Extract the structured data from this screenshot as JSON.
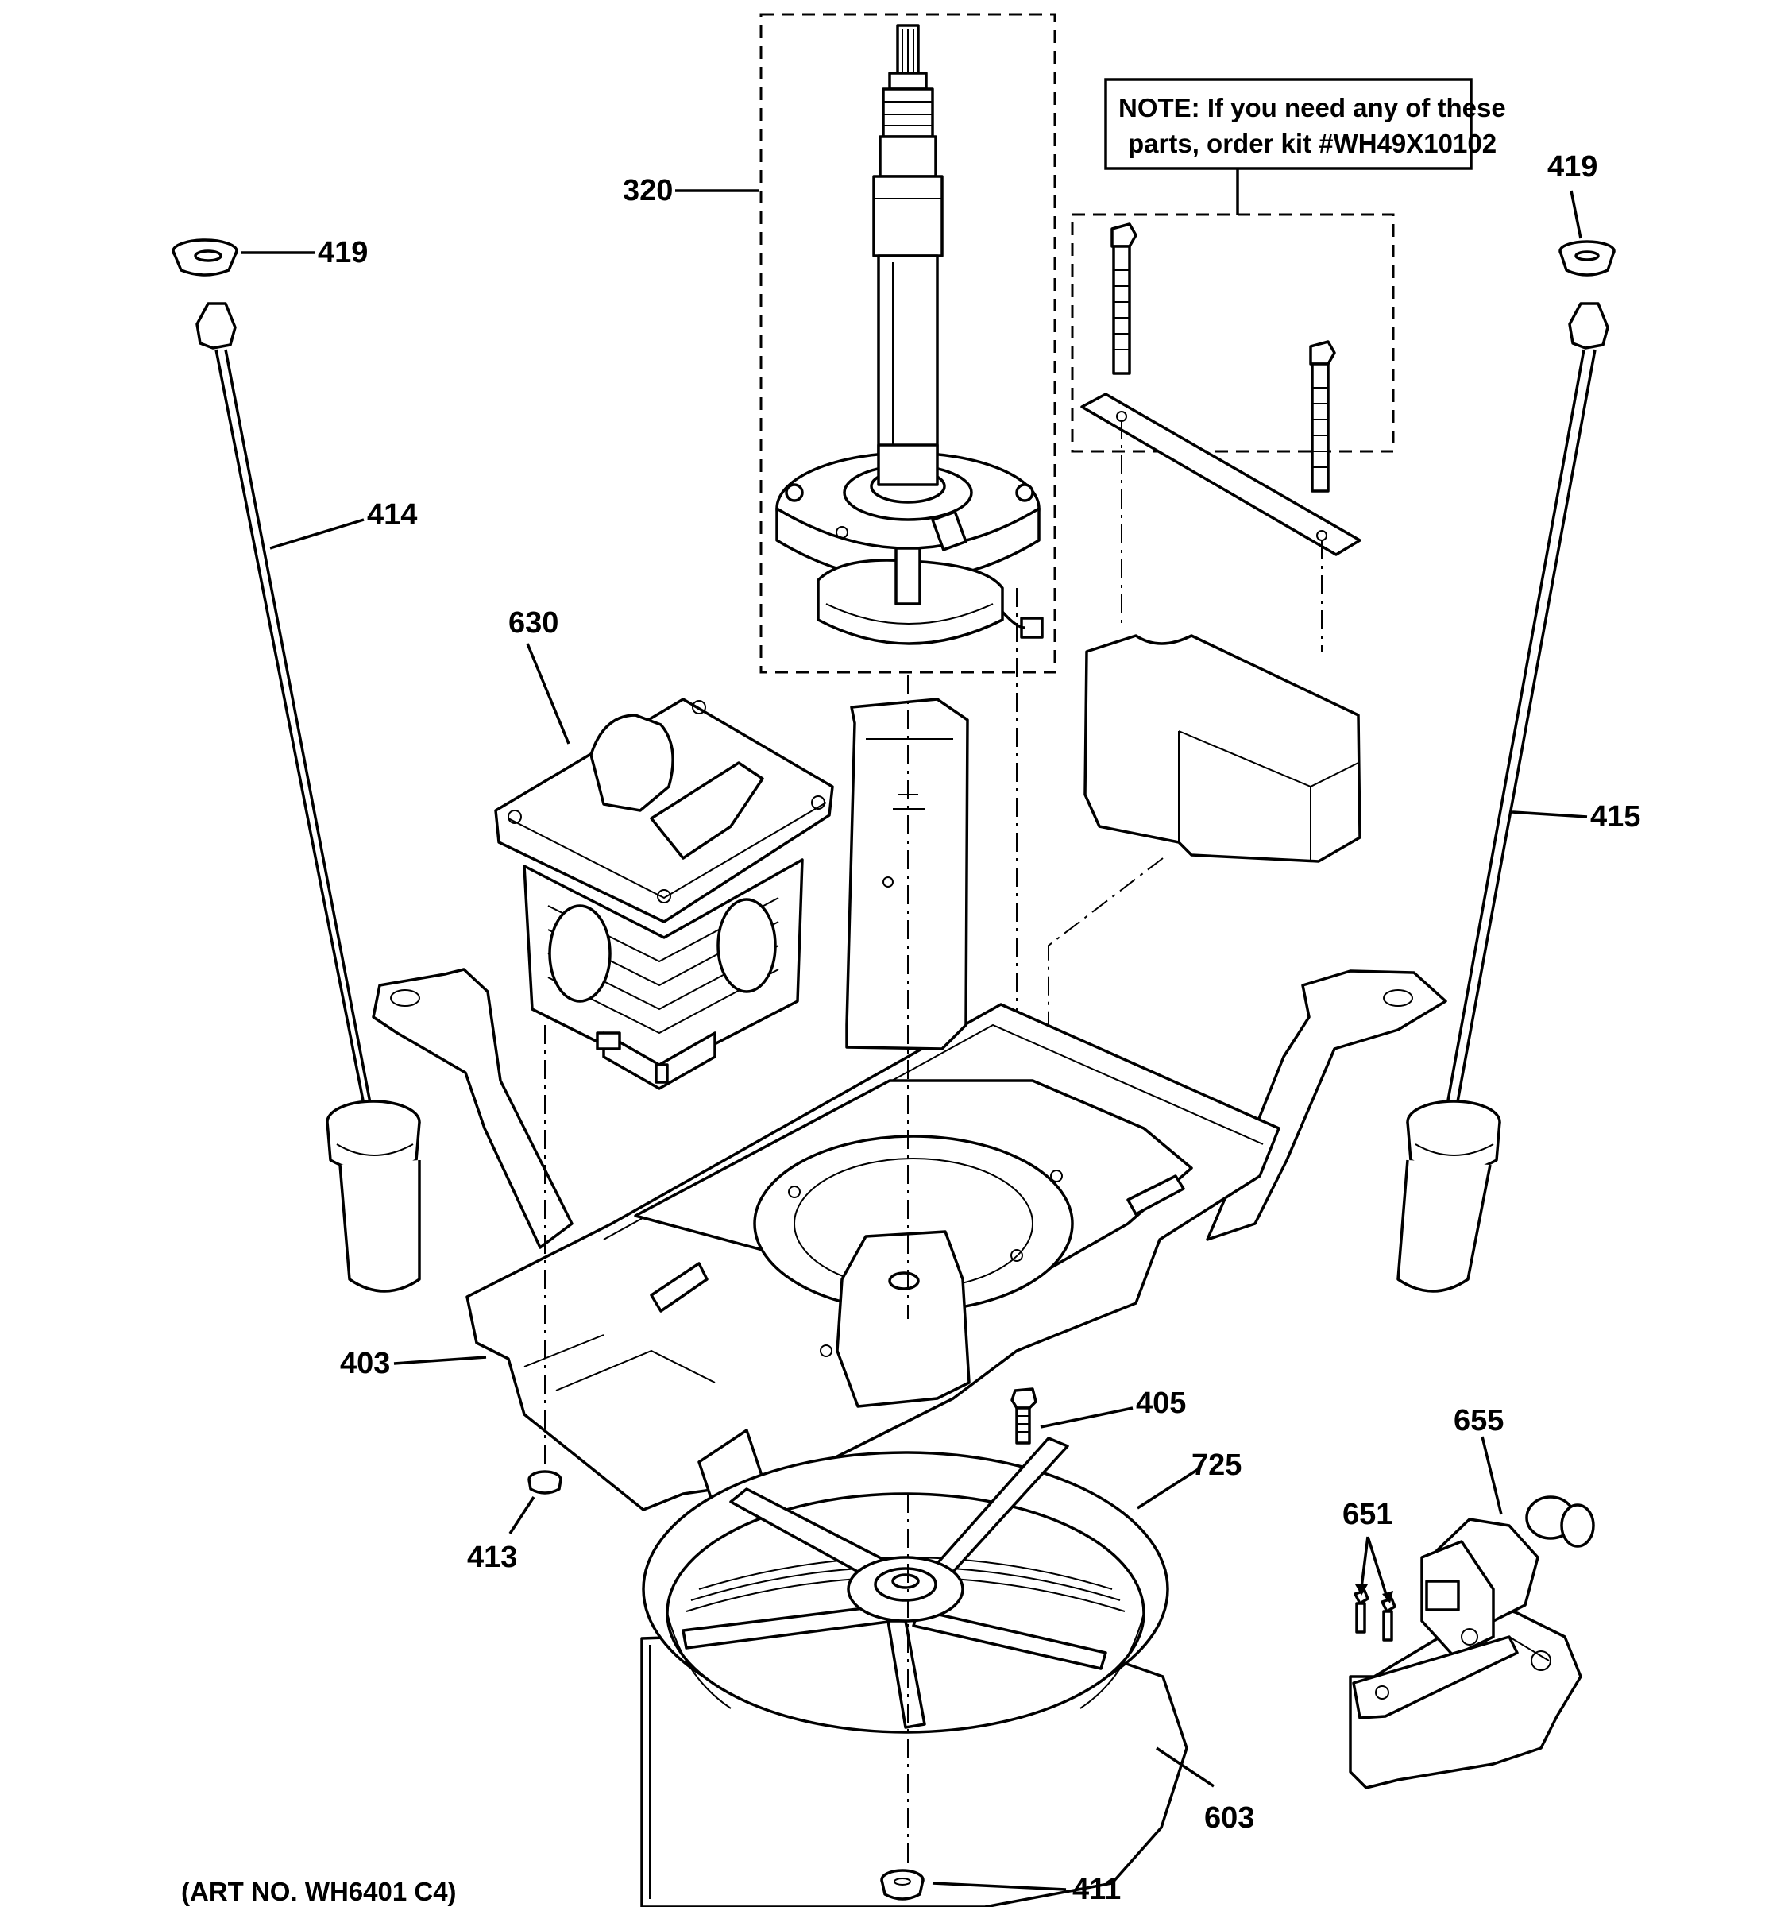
{
  "note": {
    "line1": "NOTE: If you need any of these",
    "line2": "parts, order kit #WH49X10102"
  },
  "art_number": "(ART NO. WH6401 C4)",
  "callouts": {
    "shaft_assembly": "320",
    "damper_cap_left": "419",
    "damper_cap_right": "419",
    "suspension_rod_left": "414",
    "suspension_rod_right": "415",
    "motor": "630",
    "suspension_base": "403",
    "screw": "405",
    "nut_motor": "413",
    "pulley": "725",
    "belt": "603",
    "nut_bottom": "411",
    "pump": "655",
    "pump_screws": "651"
  }
}
